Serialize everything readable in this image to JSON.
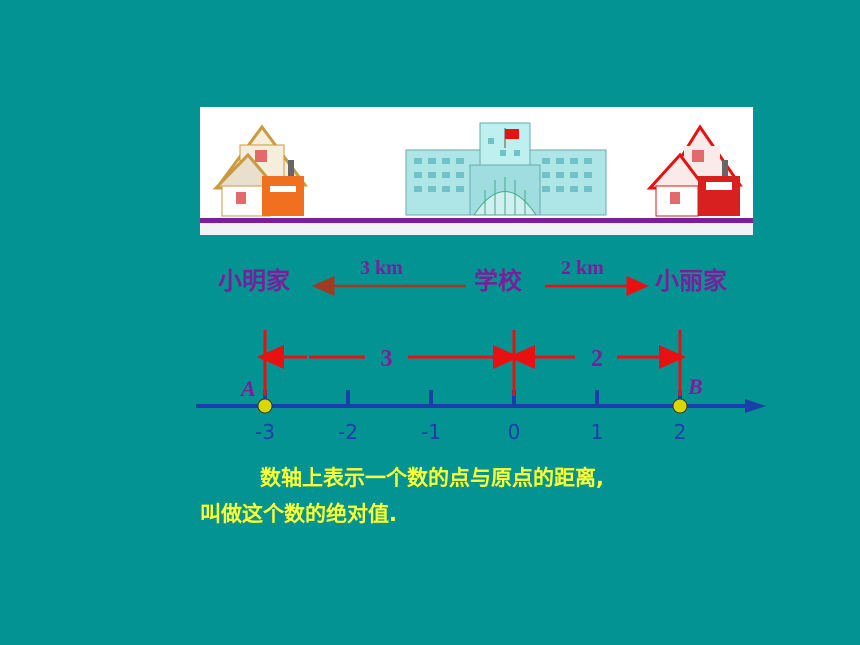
{
  "places": {
    "xiaoming_home": "小明家",
    "school": "学校",
    "xiaoli_home": "小丽家"
  },
  "distances": {
    "left_km": "3 km",
    "right_km": "2 km"
  },
  "number_line": {
    "ticks": [
      {
        "value": -3,
        "label": "-3"
      },
      {
        "value": -2,
        "label": "-2"
      },
      {
        "value": -1,
        "label": "-1"
      },
      {
        "value": 0,
        "label": "0"
      },
      {
        "value": 1,
        "label": "1"
      },
      {
        "value": 2,
        "label": "2"
      }
    ],
    "point_a": {
      "name": "A",
      "value": -3
    },
    "point_b": {
      "name": "B",
      "value": 2
    },
    "dist_left": "3",
    "dist_right": "2"
  },
  "definition": {
    "line1": "数轴上表示一个数的点与原点的距离,",
    "line2": "叫做这个数的绝对值."
  },
  "colors": {
    "background": "#049393",
    "number_line": "#1a3fa8",
    "measure_red": "#e81010",
    "label_purple": "#7a1f9c",
    "point_fill": "#d8d800",
    "text_yellow": "#ffff33"
  }
}
